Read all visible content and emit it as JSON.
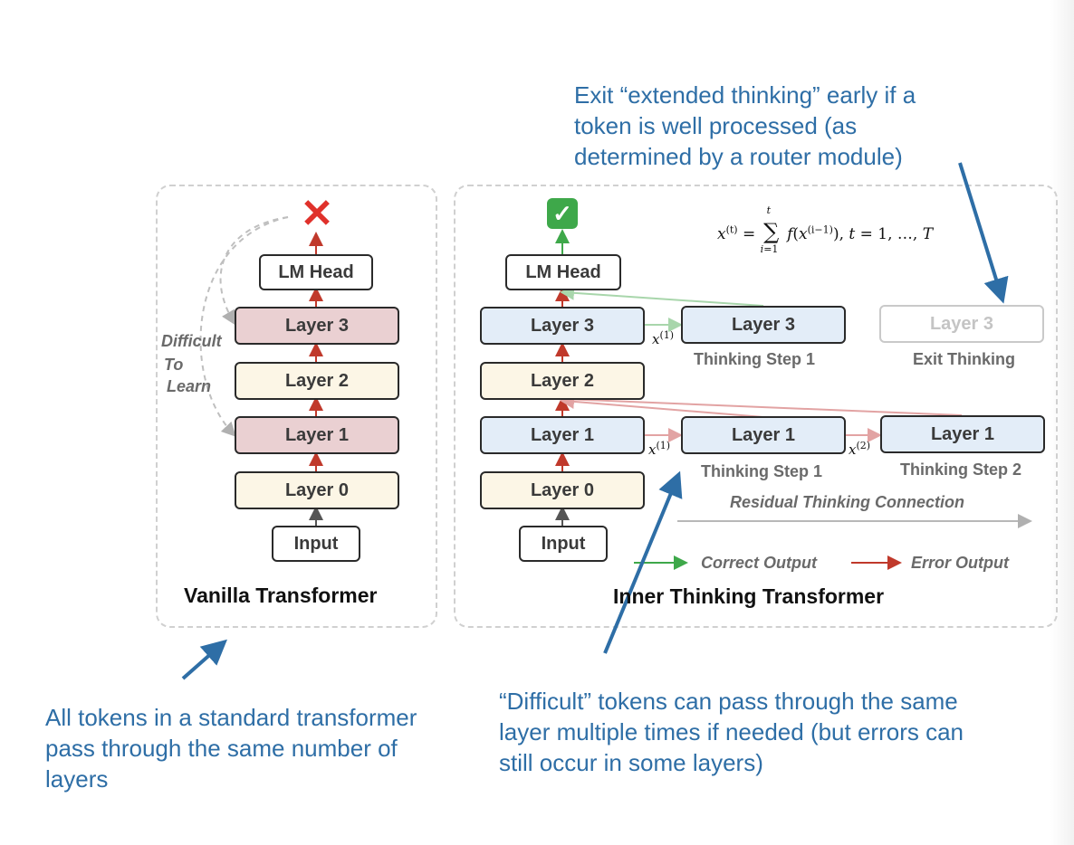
{
  "annotations": {
    "top": "Exit “extended thinking” early if a token is well processed (as determined by a router module)",
    "bottom_left": "All tokens in a standard transformer pass through the same number of layers",
    "bottom_right": "“Difficult” tokens can pass through the same layer multiple times if needed (but errors can still occur in some layers)"
  },
  "vanilla": {
    "title": "Vanilla Transformer",
    "difficult_label": [
      "Difficult",
      "To",
      "Learn"
    ],
    "boxes": [
      "LM Head",
      "Layer 3",
      "Layer 2",
      "Layer 1",
      "Layer 0",
      "Input"
    ],
    "output_mark": "✕"
  },
  "inner": {
    "title": "Inner Thinking Transformer",
    "boxes": [
      "LM Head",
      "Layer 3",
      "Layer 2",
      "Layer 1",
      "Layer 0",
      "Input"
    ],
    "output_mark": "✓",
    "thinking_layer3": "Layer 3",
    "thinking_step1_top": "Thinking Step 1",
    "exit_layer3": "Layer 3",
    "exit_label": "Exit Thinking",
    "thinking_layer1_a": "Layer 1",
    "thinking_step1_bottom": "Thinking Step 1",
    "thinking_layer1_b": "Layer 1",
    "thinking_step2": "Thinking Step 2",
    "residual_label": "Residual Thinking Connection",
    "legend_correct": "Correct Output",
    "legend_error": "Error Output",
    "formula": "x(t) = Σ f(x(i−1)), t = 1, …, T",
    "x1": "x(1)",
    "x2": "x(2)"
  },
  "colors": {
    "annotation": "#2e6ea6",
    "correct": "#3ea84a",
    "error": "#c0392b"
  },
  "icons": [
    "check-icon",
    "cross-icon",
    "arrow-icon"
  ]
}
